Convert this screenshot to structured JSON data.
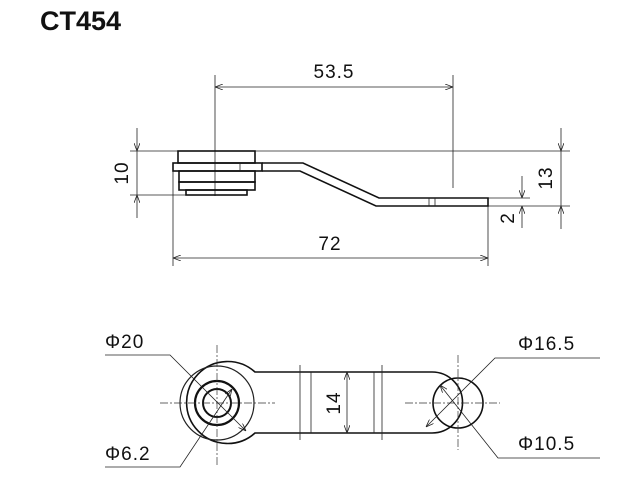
{
  "title": "CT454",
  "side_view": {
    "dim_center_distance": "53.5",
    "dim_overall_length": "72",
    "dim_head_height": "10",
    "dim_total_height": "13",
    "dim_thickness": "2"
  },
  "top_view": {
    "dim_width": "14",
    "dim_outer_diameter_left": "Φ20",
    "dim_hole_left": "Φ6.2",
    "dim_outer_diameter_right": "Φ16.5",
    "dim_hole_right": "Φ10.5"
  }
}
